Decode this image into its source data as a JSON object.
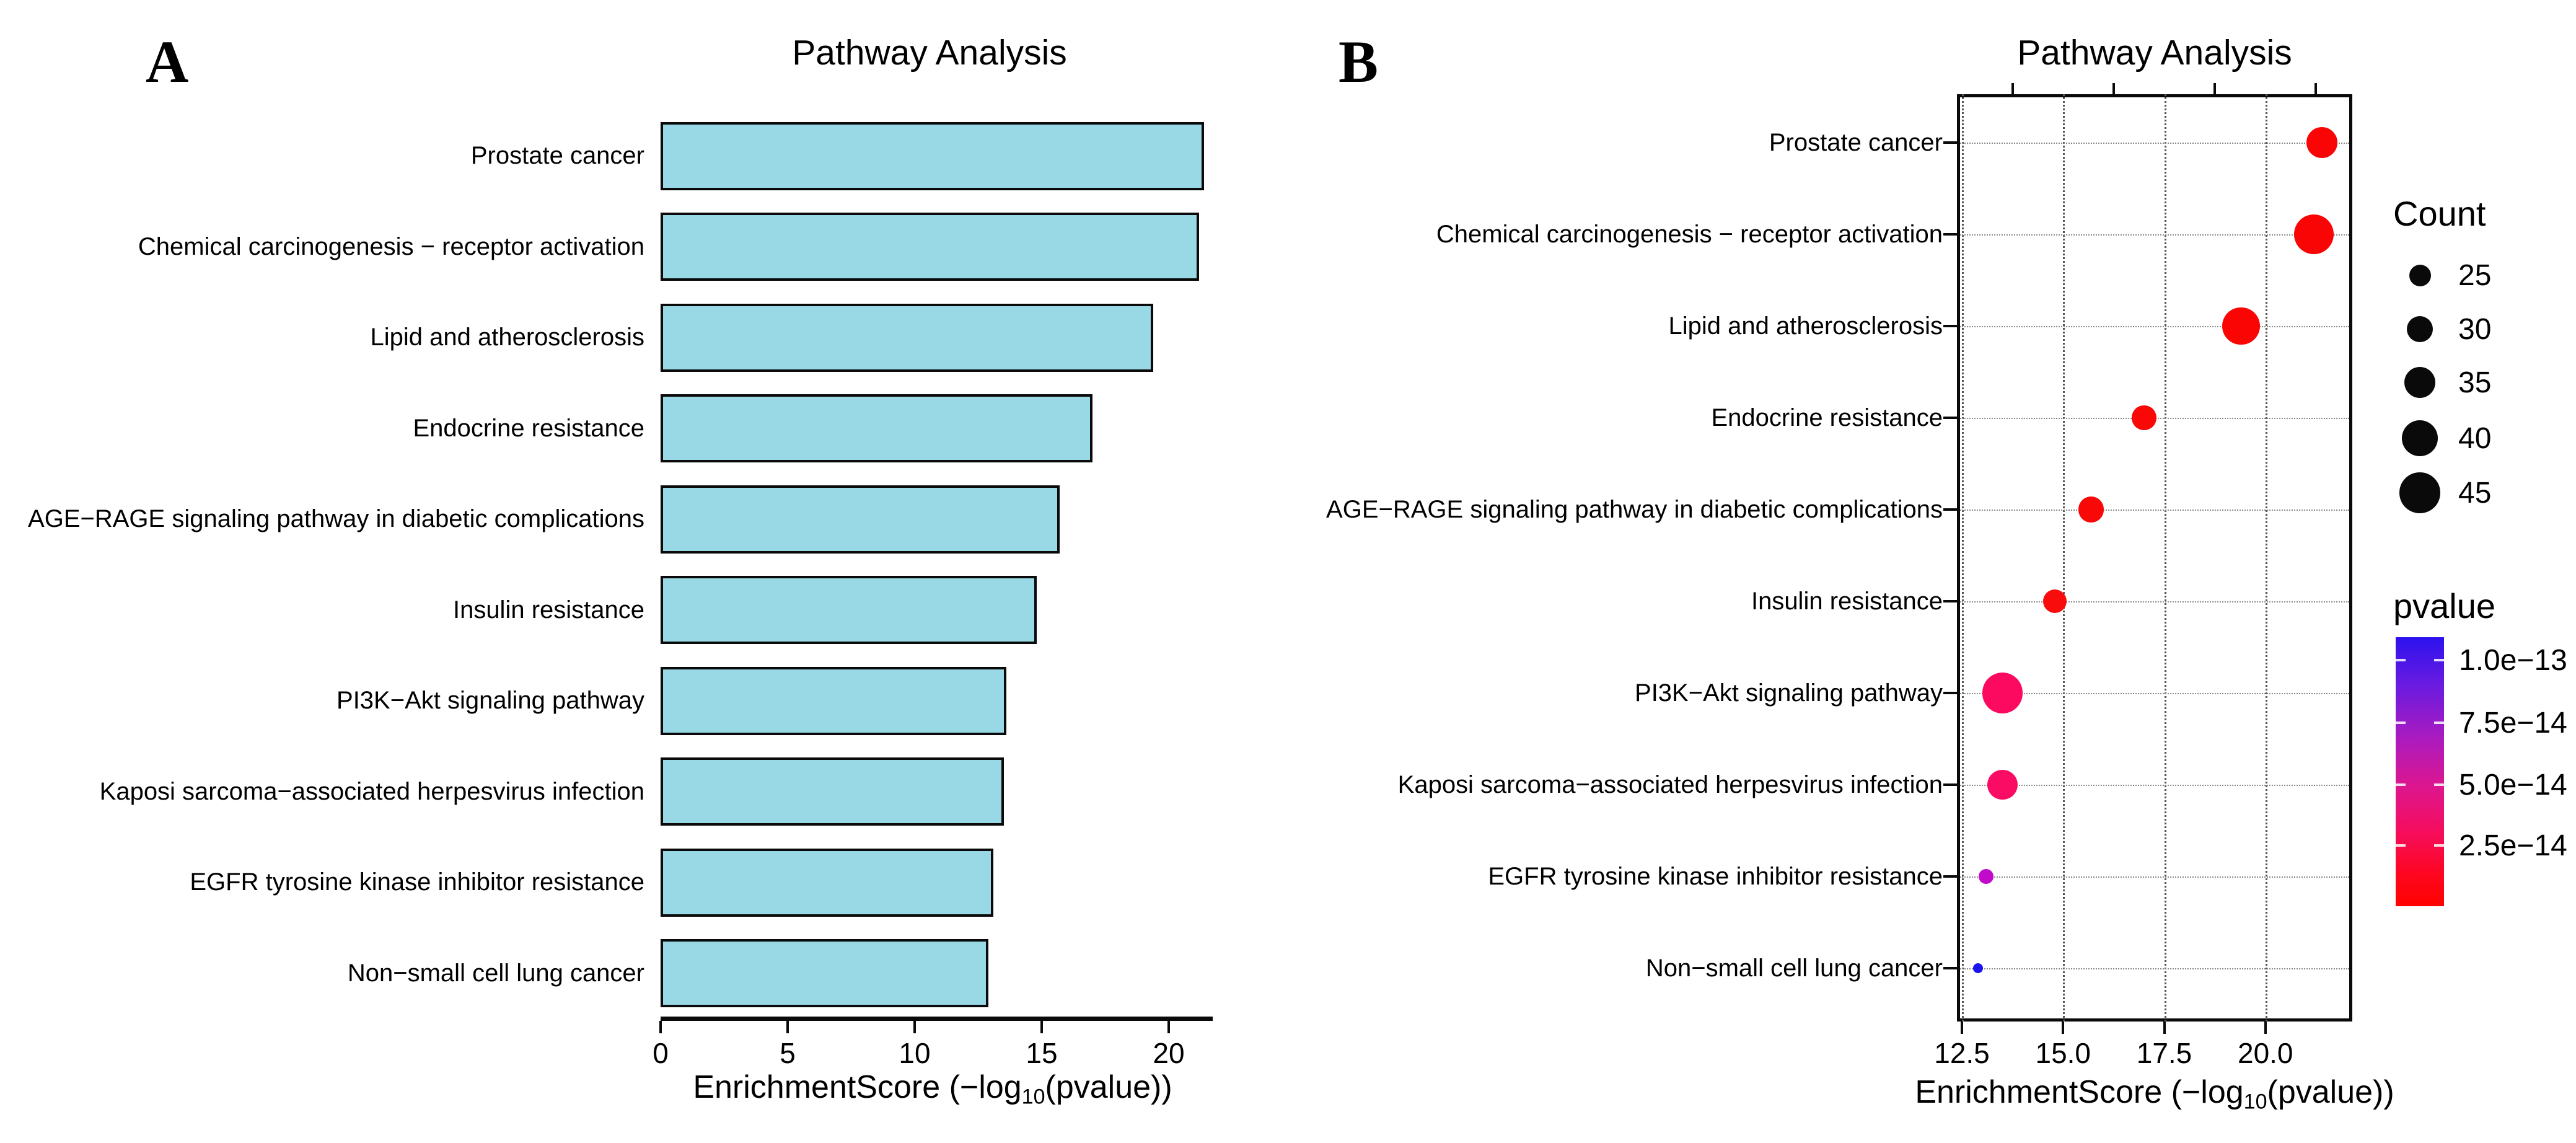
{
  "figure": {
    "panelA_letter": "A",
    "panelB_letter": "B"
  },
  "titles": {
    "panelA": "Pathway Analysis",
    "panelB": "Pathway Analysis"
  },
  "axis_title": {
    "prefix": "EnrichmentScore (−log",
    "sub": "10",
    "suffix": "(pvalue))"
  },
  "categories": [
    "Prostate cancer",
    "Chemical carcinogenesis − receptor activation",
    "Lipid and atherosclerosis",
    "Endocrine resistance",
    "AGE−RAGE signaling pathway in diabetic complications",
    "Insulin resistance",
    "PI3K−Akt signaling pathway",
    "Kaposi sarcoma−associated herpesvirus infection",
    "EGFR tyrosine kinase inhibitor resistance",
    "Non−small cell lung cancer"
  ],
  "chart_data": [
    {
      "type": "bar",
      "title": "Pathway Analysis",
      "orientation": "horizontal",
      "categories": [
        "Prostate cancer",
        "Chemical carcinogenesis − receptor activation",
        "Lipid and atherosclerosis",
        "Endocrine resistance",
        "AGE−RAGE signaling pathway in diabetic complications",
        "Insulin resistance",
        "PI3K−Akt signaling pathway",
        "Kaposi sarcoma−associated herpesvirus infection",
        "EGFR tyrosine kinase inhibitor resistance",
        "Non−small cell lung cancer"
      ],
      "values": [
        21.4,
        21.2,
        19.4,
        17.0,
        15.7,
        14.8,
        13.6,
        13.5,
        13.1,
        12.9
      ],
      "xlabel": "EnrichmentScore (−log10(pvalue))",
      "ylabel": "",
      "xlim": [
        0,
        22
      ],
      "x_ticks": [
        "0",
        "5",
        "10",
        "15",
        "20"
      ],
      "x_tick_values": [
        0,
        5,
        10,
        15,
        20
      ],
      "grid": false,
      "bar_fill": "#99D9E5",
      "bar_border": "#0a0a0a"
    },
    {
      "type": "scatter",
      "subtype": "bubble",
      "title": "Pathway Analysis",
      "categories": [
        "Prostate cancer",
        "Chemical carcinogenesis − receptor activation",
        "Lipid and atherosclerosis",
        "Endocrine resistance",
        "AGE−RAGE signaling pathway in diabetic complications",
        "Insulin resistance",
        "PI3K−Akt signaling pathway",
        "Kaposi sarcoma−associated herpesvirus infection",
        "EGFR tyrosine kinase inhibitor resistance",
        "Non−small cell lung cancer"
      ],
      "x": [
        21.4,
        21.2,
        19.4,
        17.0,
        15.7,
        14.8,
        13.5,
        13.5,
        13.1,
        12.9
      ],
      "size_counts": [
        35,
        44,
        42,
        28,
        29,
        27,
        45,
        34,
        18,
        13
      ],
      "point_colors": [
        "#FA0505",
        "#FA0505",
        "#FA0404",
        "#FA0707",
        "#F90808",
        "#F80D0C",
        "#FC0A60",
        "#FB0C64",
        "#C20ACA",
        "#1A14EE"
      ],
      "xlabel": "EnrichmentScore (−log10(pvalue))",
      "xlim": [
        12.4,
        22.1
      ],
      "x_ticks": [
        "12.5",
        "15.0",
        "17.5",
        "20.0"
      ],
      "x_tick_values": [
        12.5,
        15.0,
        17.5,
        20.0
      ],
      "top_minor_tick_values": [
        13.75,
        16.25,
        18.75,
        21.25
      ],
      "grid": "dotted",
      "legend_position": "right"
    }
  ],
  "count_legend": {
    "title": "Count",
    "items": [
      "25",
      "30",
      "35",
      "40",
      "45"
    ],
    "item_values": [
      25,
      30,
      35,
      40,
      45
    ]
  },
  "pvalue_legend": {
    "title": "pvalue",
    "tick_labels": [
      "1.0e−13",
      "7.5e−14",
      "5.0e−14",
      "2.5e−14"
    ],
    "top_color": "#2B12EE",
    "bottom_color": "#FF0200"
  }
}
